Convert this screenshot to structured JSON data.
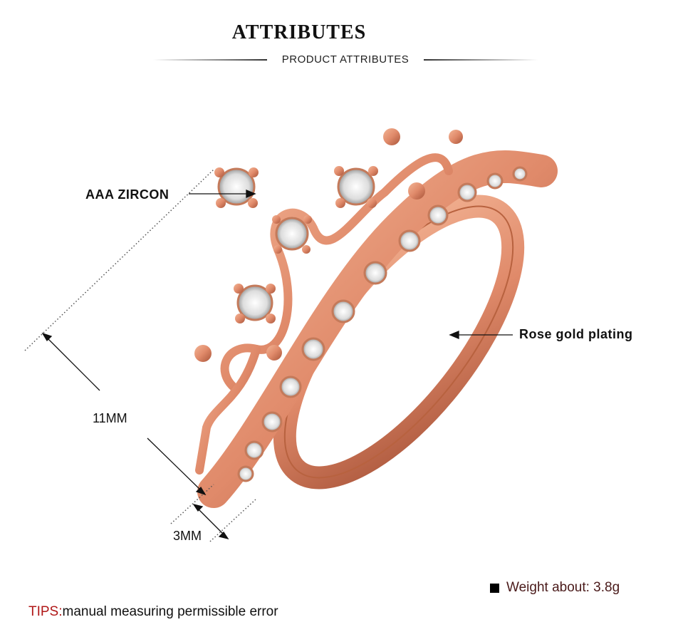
{
  "header": {
    "title": "ATTRIBUTES",
    "subtitle": "PRODUCT ATTRIBUTES"
  },
  "annotations": {
    "stone": "AAA ZIRCON",
    "material": "Rose gold plating",
    "height": "11MM",
    "width": "3MM"
  },
  "weight": "Weight about: 3.8g",
  "tips": {
    "label": "TIPS:",
    "text": "manual measuring permissible error"
  },
  "colors": {
    "rose_gold": "#e08a6a",
    "rose_dark": "#a9553a",
    "tips_red": "#b01818"
  }
}
